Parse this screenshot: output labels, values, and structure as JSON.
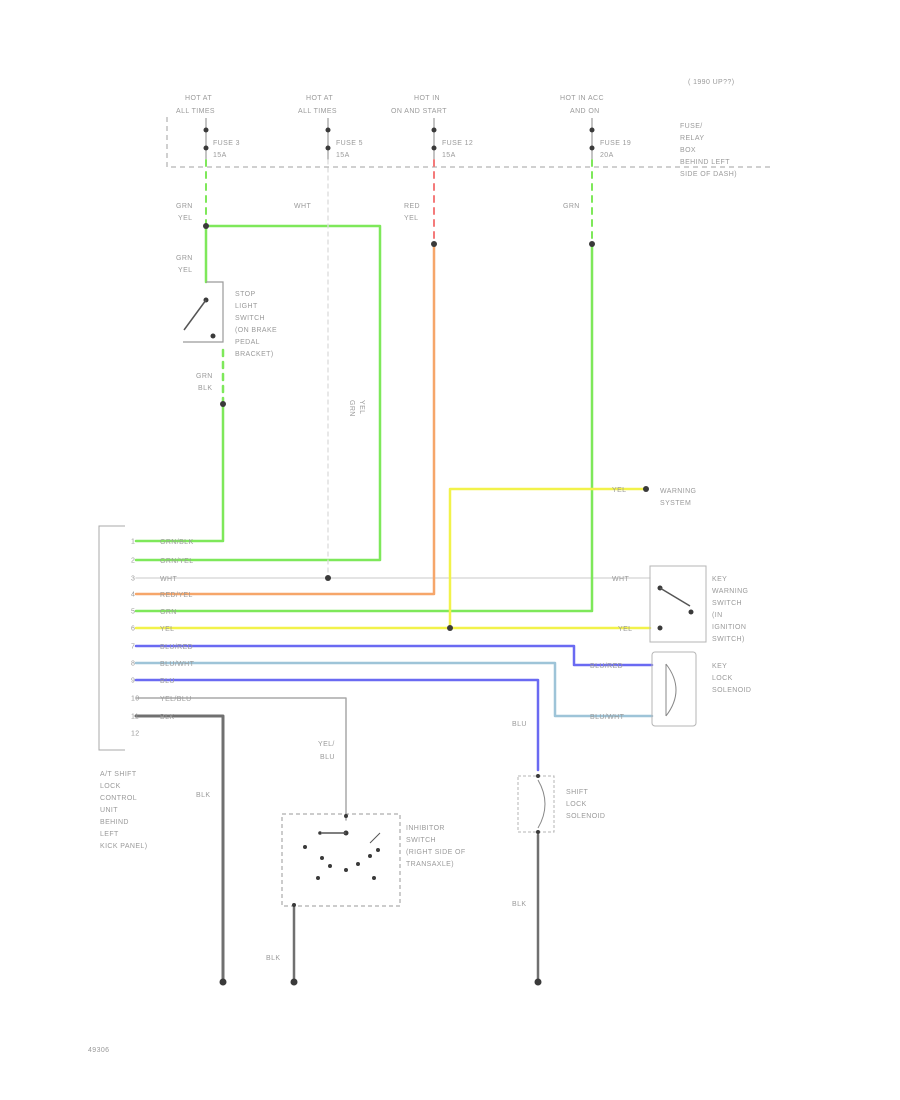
{
  "colors": {
    "green": "#7ee85a",
    "orange": "#f6a66a",
    "red": "#f47a7a",
    "yellow": "#f2f24a",
    "blue": "#6a6af2",
    "light_blue": "#9ec4d8",
    "white": "#dcdcdc",
    "gray": "#a8a8a8",
    "black": "#707070",
    "dot": "#3a3a3a"
  },
  "header": {
    "model_note": "( 1990 UP??)"
  },
  "sources": [
    {
      "line1": "HOT AT",
      "line2": "ALL TIMES",
      "fuse": "FUSE 3",
      "amp": "15A"
    },
    {
      "line1": "HOT AT",
      "line2": "ALL TIMES",
      "fuse": "FUSE 5",
      "amp": "15A"
    },
    {
      "line1": "HOT IN",
      "line2": "ON AND START",
      "fuse": "FUSE 12",
      "amp": "15A"
    },
    {
      "line1": "HOT IN ACC",
      "line2": "AND ON",
      "fuse": "FUSE 19",
      "amp": "20A"
    }
  ],
  "fuse_box": [
    "FUSE/",
    "RELAY",
    "BOX",
    "BEHIND LEFT",
    "SIDE OF DASH)"
  ],
  "wire_labels": {
    "w1_a": "GRN",
    "w1_b": "YEL",
    "w2": "WHT",
    "w3_a": "RED",
    "w3_b": "YEL",
    "w4": "GRN",
    "w5_a": "GRN",
    "w5_b": "YEL",
    "w6_a": "GRN",
    "w6_b": "BLK",
    "w7_a": "GRN",
    "w7_b": "YEL",
    "yel_warn": "YEL",
    "wht_key": "WHT",
    "yel_key": "YEL",
    "blu_red": "BLU/RED",
    "blu_wht": "BLU/WHT",
    "blu": "BLU",
    "yel_blu_a": "YEL/",
    "yel_blu_b": "BLU",
    "blk_left": "BLK",
    "blk_inh": "BLK",
    "blk_sol": "BLK"
  },
  "components": {
    "stop_switch": [
      "STOP",
      "LIGHT",
      "SWITCH",
      "(ON BRAKE",
      "PEDAL",
      "BRACKET)"
    ],
    "warning_system": [
      "WARNING",
      "SYSTEM"
    ],
    "key_warning": [
      "KEY",
      "WARNING",
      "SWITCH",
      "(IN",
      "IGNITION",
      "SWITCH)"
    ],
    "key_lock": [
      "KEY",
      "LOCK",
      "SOLENOID"
    ],
    "shift_lock": [
      "SHIFT",
      "LOCK",
      "SOLENOID"
    ],
    "inhibitor": [
      "INHIBITOR",
      "SWITCH",
      "(RIGHT SIDE OF",
      "TRANSAXLE)"
    ],
    "control_unit": [
      "A/T SHIFT",
      "LOCK",
      "CONTROL",
      "UNIT",
      "BEHIND",
      "LEFT",
      "KICK PANEL)"
    ]
  },
  "connector_pins": [
    {
      "num": "1",
      "wire": "GRN/BLK"
    },
    {
      "num": "2",
      "wire": "GRN/YEL"
    },
    {
      "num": "3",
      "wire": "WHT"
    },
    {
      "num": "4",
      "wire": "RED/YEL"
    },
    {
      "num": "5",
      "wire": "GRN"
    },
    {
      "num": "6",
      "wire": "YEL"
    },
    {
      "num": "7",
      "wire": "BLU/RED"
    },
    {
      "num": "8",
      "wire": "BLU/WHT"
    },
    {
      "num": "9",
      "wire": "BLU"
    },
    {
      "num": "10",
      "wire": "YEL/BLU"
    },
    {
      "num": "11",
      "wire": "BLK"
    },
    {
      "num": "12",
      "wire": ""
    }
  ],
  "footer": {
    "code": "49306"
  }
}
